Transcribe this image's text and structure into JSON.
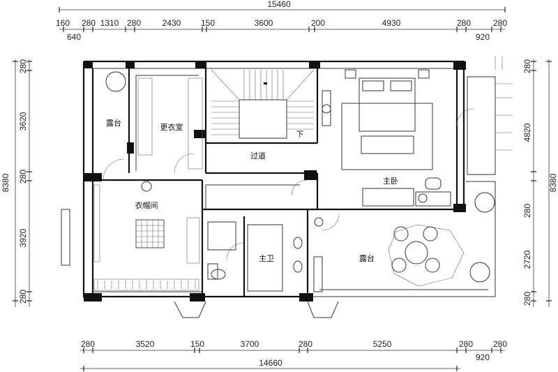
{
  "dimensions": {
    "top_total": "15460",
    "top_segments": [
      "160",
      "640",
      "280",
      "1310",
      "280",
      "2430",
      "150",
      "3600",
      "200",
      "4930",
      "280",
      "920",
      "280"
    ],
    "left_total": "8380",
    "left_segments": [
      "280",
      "3620",
      "280",
      "3920",
      "280"
    ],
    "right_total": "8380",
    "right_segments": [
      "280",
      "4820",
      "280",
      "2720",
      "280"
    ],
    "bottom_total": "14660",
    "bottom_segments": [
      "280",
      "3520",
      "150",
      "3700",
      "280",
      "5250",
      "280",
      "280"
    ],
    "bottom_right_extra": "920"
  },
  "rooms": {
    "balcony_upper": "露台",
    "dressing_room": "更衣室",
    "corridor": "过道",
    "stair_down": "下",
    "master_bedroom": "主卧",
    "cloakroom": "衣帽间",
    "master_bath": "主卫",
    "balcony_lower": "露台"
  }
}
